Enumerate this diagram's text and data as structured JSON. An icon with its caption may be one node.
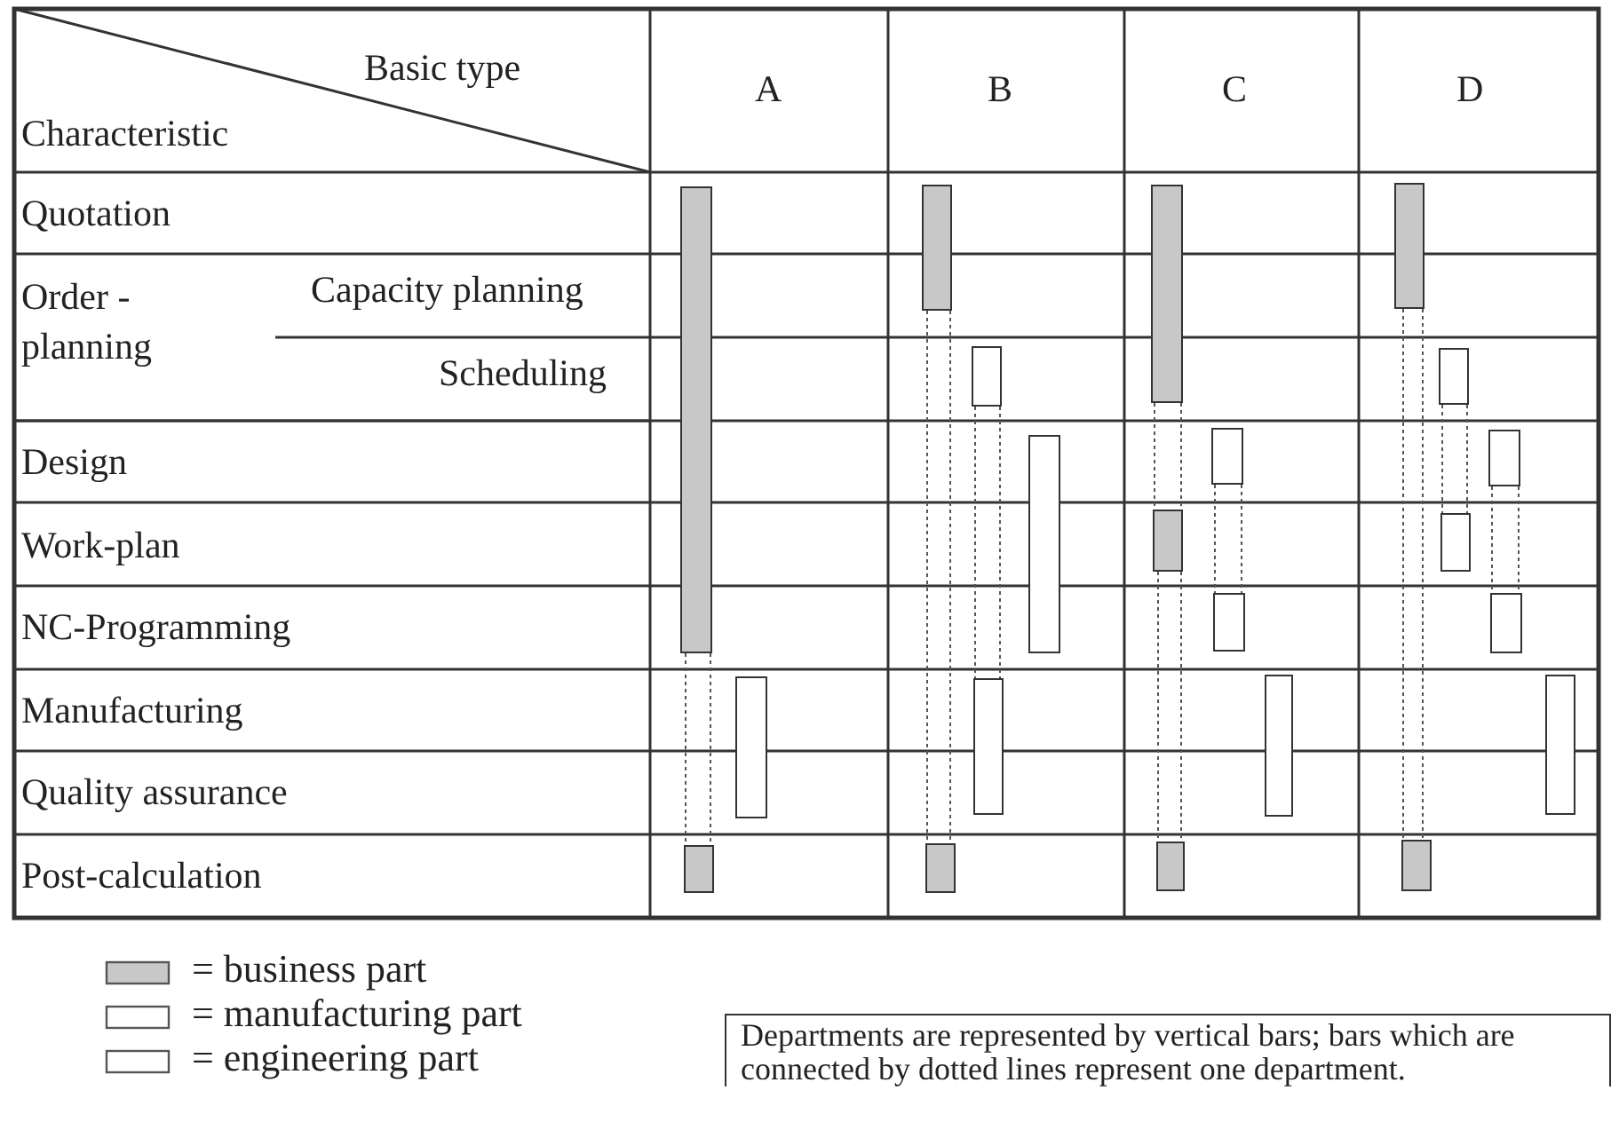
{
  "diagram": {
    "nodes": [
      {
        "text": [],
        "shape": "bar"
      },
      {
        "text": [],
        "shape": "bar"
      },
      {
        "text": [],
        "shape": "bar"
      },
      {
        "text": [],
        "shape": "bar"
      },
      {
        "text": [],
        "shape": "bar"
      },
      {
        "text": [],
        "shape": "bar"
      },
      {
        "text": [],
        "shape": "bar"
      },
      {
        "text": [],
        "shape": "bar"
      },
      {
        "text": [],
        "shape": "bar"
      },
      {
        "text": [],
        "shape": "bar"
      },
      {
        "text": [],
        "shape": "bar"
      },
      {
        "text": [],
        "shape": "bar"
      },
      {
        "text": [],
        "shape": "bar"
      },
      {
        "text": [],
        "shape": "bar"
      },
      {
        "text": [],
        "shape": "bar"
      },
      {
        "text": [],
        "shape": "bar"
      },
      {
        "text": [],
        "shape": "bar"
      },
      {
        "text": [],
        "shape": "bar"
      },
      {
        "text": [],
        "shape": "bar"
      },
      {
        "text": [],
        "shape": "bar"
      },
      {
        "text": [],
        "shape": "bar"
      }
    ],
    "edges": [
      {
        "from": 0,
        "to": 2,
        "arrow": "none",
        "style": "dashed"
      },
      {
        "from": 3,
        "to": 7,
        "arrow": "none",
        "style": "dashed"
      },
      {
        "from": 4,
        "to": 6,
        "arrow": "none",
        "style": "dashed"
      },
      {
        "from": 8,
        "to": 10,
        "arrow": "none",
        "style": "dashed"
      },
      {
        "from": 10,
        "to": 13,
        "arrow": "none",
        "style": "dashed"
      },
      {
        "from": 9,
        "to": 11,
        "arrow": "none",
        "style": "dashed"
      },
      {
        "from": 14,
        "to": 20,
        "arrow": "none",
        "style": "dashed"
      },
      {
        "from": 15,
        "to": 17,
        "arrow": "none",
        "style": "dashed"
      },
      {
        "from": 16,
        "to": 18,
        "arrow": "none",
        "style": "dashed"
      }
    ],
    "labels": [
      "Basic type",
      "Characteristic",
      "A",
      "B",
      "C",
      "D",
      "Quotation",
      "Order - planning",
      "Capacity planning",
      "Scheduling",
      "Design",
      "Work-plan",
      "NC-Programming",
      "Manufacturing",
      "Quality assurance",
      "Post-calculation",
      "Departments are represented by vertical bars; bars which are connected by  dotted lines represent one department."
    ],
    "legend": [
      {
        "text": "= business part",
        "color": "#c8c8c8"
      },
      {
        "text": "= manufacturing part",
        "color": "#ffffff"
      },
      {
        "text": "= engineering part",
        "color": "#ffffff"
      }
    ]
  }
}
